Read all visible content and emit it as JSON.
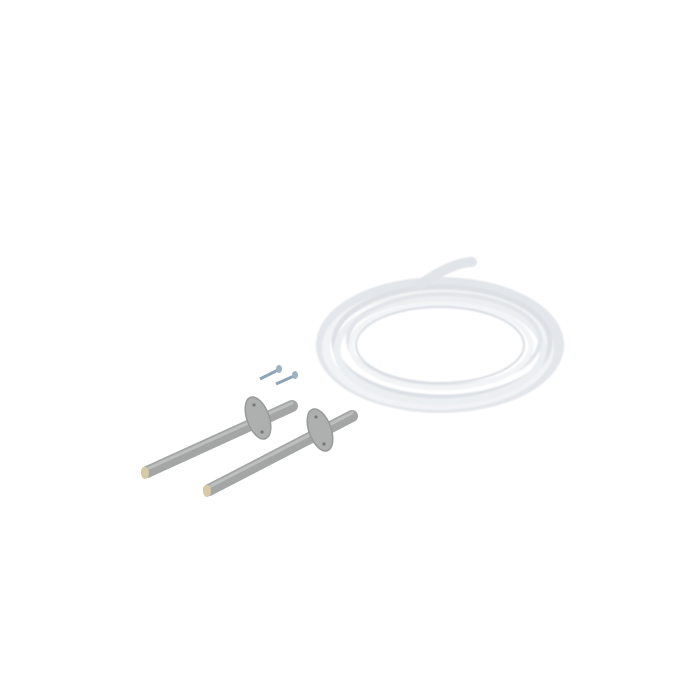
{
  "scene": {
    "background_color": "#ffffff",
    "objects": [
      {
        "name": "coiled-clear-tube",
        "color": "#eef0f3"
      },
      {
        "name": "gray-rod-with-flange",
        "count": 2,
        "color": "#a9abab"
      },
      {
        "name": "screw",
        "count": 2,
        "color": "#8fa3b8"
      }
    ]
  }
}
